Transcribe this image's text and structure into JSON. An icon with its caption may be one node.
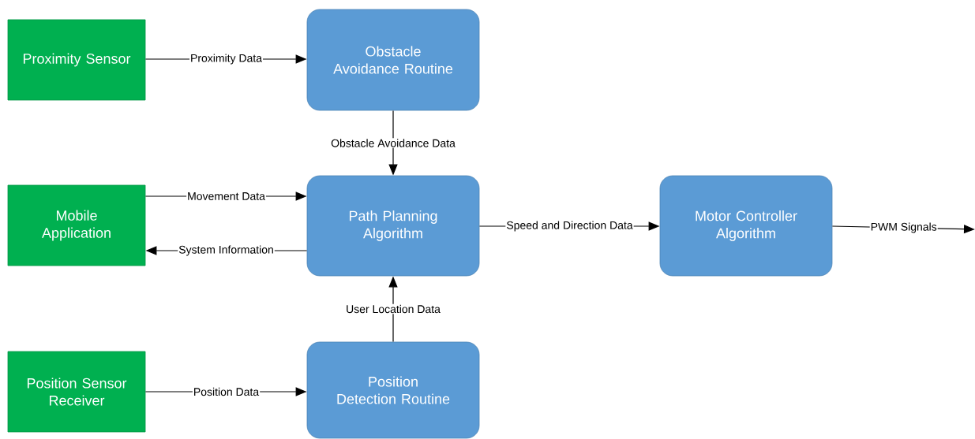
{
  "diagram": {
    "nodes": [
      {
        "text": [
          "Proximity Sensor"
        ]
      },
      {
        "text": [
          "Obstacle Avoidance Routine"
        ]
      },
      {
        "text": [
          "Mobile Application"
        ]
      },
      {
        "text": [
          "Path Planning Algorithm"
        ]
      },
      {
        "text": [
          "Motor Controller Algorithm"
        ]
      },
      {
        "text": [
          "Position Sensor Receiver"
        ]
      },
      {
        "text": [
          "Position Detection Routine"
        ]
      }
    ],
    "edges": [
      {
        "from": 0,
        "to": 1,
        "arrow": "to",
        "label": "Proximity Data"
      },
      {
        "from": 1,
        "to": 3,
        "arrow": "to",
        "label": "Obstacle Avoidance Data"
      },
      {
        "from": 2,
        "to": 3,
        "arrow": "to",
        "label": "Movement Data"
      },
      {
        "from": 3,
        "to": 2,
        "arrow": "to",
        "label": "System Information"
      },
      {
        "from": 3,
        "to": 4,
        "arrow": "to",
        "label": "Speed and Direction Data"
      },
      {
        "from": 4,
        "to": null,
        "arrow": "to",
        "label": "PWM Signals"
      },
      {
        "from": 6,
        "to": 3,
        "arrow": "to",
        "label": "User Location Data"
      },
      {
        "from": 5,
        "to": 6,
        "arrow": "to",
        "label": "Position Data"
      }
    ]
  }
}
